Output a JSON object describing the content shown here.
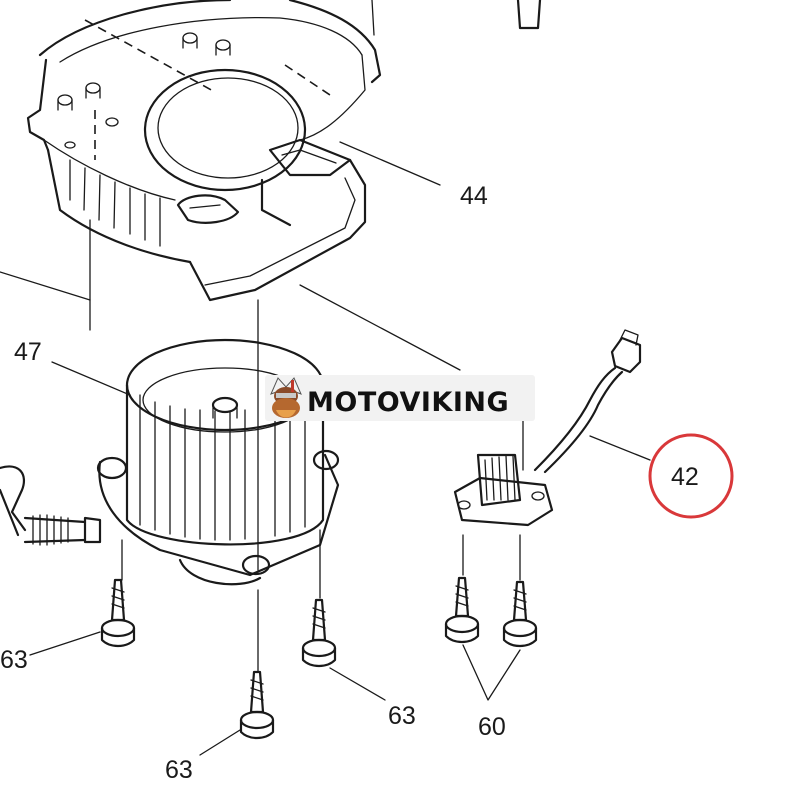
{
  "callouts": {
    "c44": "44",
    "c47": "47",
    "c42": "42",
    "c60": "60",
    "c63a": "63",
    "c63b": "63",
    "c63c": "63"
  },
  "watermark": {
    "text": "MOTOVIKING",
    "icon": "viking-mascot-icon"
  },
  "colors": {
    "line": "#1a1a1a",
    "highlight_circle": "#d9383a",
    "watermark_bg": "#f2f2f2"
  }
}
